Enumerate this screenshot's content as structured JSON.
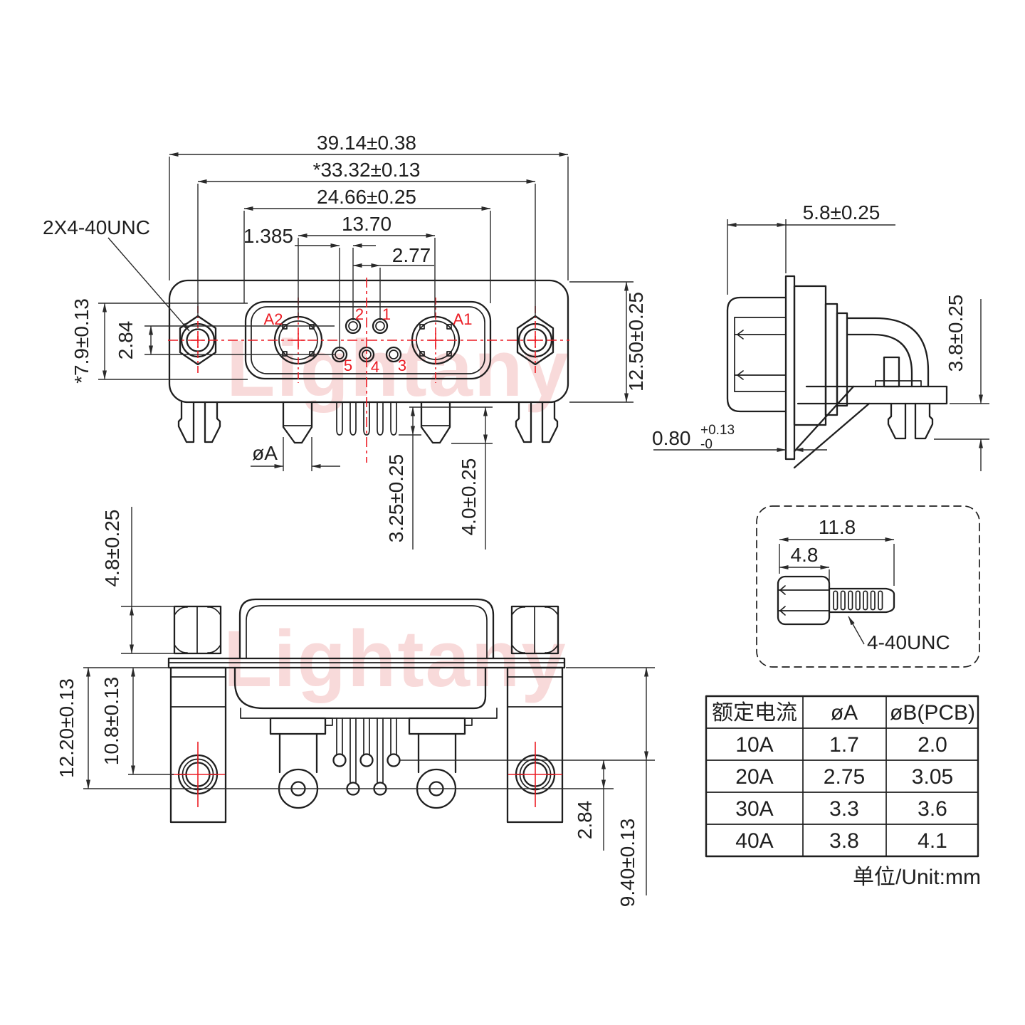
{
  "meta": {
    "bg": "#ffffff",
    "line_color": "#1f1f1f",
    "dim_color": "#2a2a2a",
    "accent_red": "#ec1c24",
    "watermark_color": "#f5c3c3"
  },
  "watermark": {
    "text": "Lightany"
  },
  "front_view": {
    "thread_callout": "2X4-40UNC",
    "dim_overall_width": "39.14±0.38",
    "dim_mount_span": "*33.32±0.13",
    "dim_dsub_width": "24.66±0.25",
    "dim_contact_span": "13.70",
    "dim_pin_pitch": "2.77",
    "dim_half_pitch": "1.385",
    "dim_insert_height": "*7.9±0.13",
    "dim_row_gap": "2.84",
    "dim_body_height": "12.50±0.25",
    "dim_big_pin_dia": "øA",
    "dim_small_pin_len": "3.25±0.25",
    "dim_big_pin_len": "4.0±0.25",
    "label_a2": "A2",
    "label_a1": "A1",
    "label_p1": "1",
    "label_p2": "2",
    "label_p3": "3",
    "label_p4": "4",
    "label_p5": "5"
  },
  "side_view": {
    "dim_shell_depth": "5.8±0.25",
    "dim_leg_height": "3.8±0.25",
    "dim_flange_thickness": "0.80",
    "dim_flange_tol_plus": "+0.13",
    "dim_flange_tol_minus": "-0"
  },
  "bottom_view": {
    "dim_nut_height": "4.8±0.25",
    "dim_plate_to_bigpin": "12.20±0.13",
    "dim_plate_to_hole": "10.8±0.13",
    "dim_pin_row_gap": "2.84",
    "dim_plate_to_smallpin": "9.40±0.13"
  },
  "screw_detail": {
    "dim_total_length": "11.8",
    "dim_head_length": "4.8",
    "thread_label": "4-40UNC"
  },
  "spec_table": {
    "headers": [
      "额定电流",
      "øA",
      "øB(PCB)"
    ],
    "rows": [
      [
        "10A",
        "1.7",
        "2.0"
      ],
      [
        "20A",
        "2.75",
        "3.05"
      ],
      [
        "30A",
        "3.3",
        "3.6"
      ],
      [
        "40A",
        "3.8",
        "4.1"
      ]
    ],
    "unit_note": "单位/Unit:mm"
  }
}
